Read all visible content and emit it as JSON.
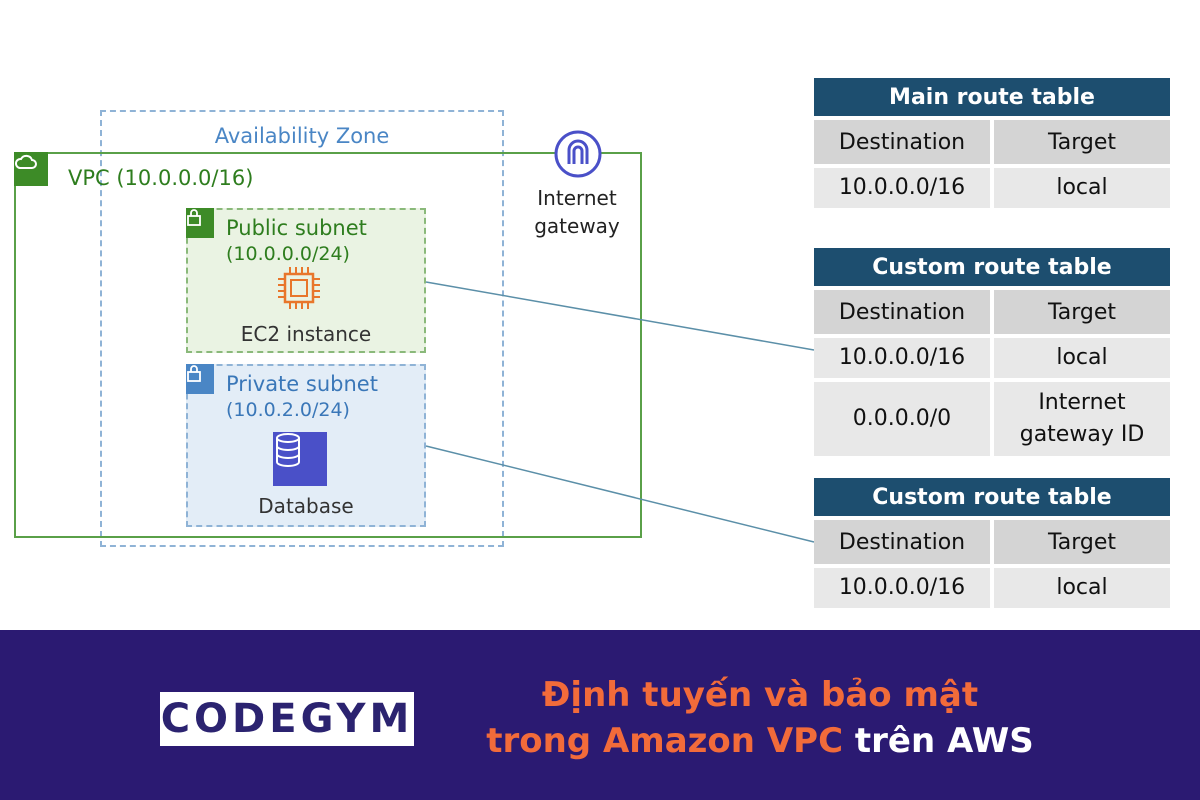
{
  "diagram": {
    "availability_zone": "Availability Zone",
    "vpc": "VPC (10.0.0.0/16)",
    "public_subnet": {
      "name": "Public subnet",
      "cidr": "(10.0.0.0/24)"
    },
    "ec2": "EC2 instance",
    "private_subnet": {
      "name": "Private subnet",
      "cidr": "(10.0.2.0/24)"
    },
    "database": "Database",
    "internet_gateway": {
      "line1": "Internet",
      "line2": "gateway"
    }
  },
  "route_tables": {
    "main": {
      "title": "Main route table",
      "headers": [
        "Destination",
        "Target"
      ],
      "rows": [
        [
          "10.0.0.0/16",
          "local"
        ]
      ]
    },
    "custom1": {
      "title": "Custom route table",
      "headers": [
        "Destination",
        "Target"
      ],
      "rows": [
        [
          "10.0.0.0/16",
          "local"
        ],
        [
          "0.0.0.0/0",
          "Internet",
          "gateway ID"
        ]
      ]
    },
    "custom2": {
      "title": "Custom route table",
      "headers": [
        "Destination",
        "Target"
      ],
      "rows": [
        [
          "10.0.0.0/16",
          "local"
        ]
      ]
    }
  },
  "banner": {
    "logo": "CODEGYM",
    "headline_line1": "Định tuyến và bảo mật",
    "headline_line2_orange": "trong Amazon VPC",
    "headline_line2_white": " trên AWS"
  },
  "colors": {
    "banner_bg": "#2b1a72",
    "table_header": "#1d4e6f",
    "accent_orange": "#f26b3a",
    "vpc_green": "#3d8b27"
  }
}
